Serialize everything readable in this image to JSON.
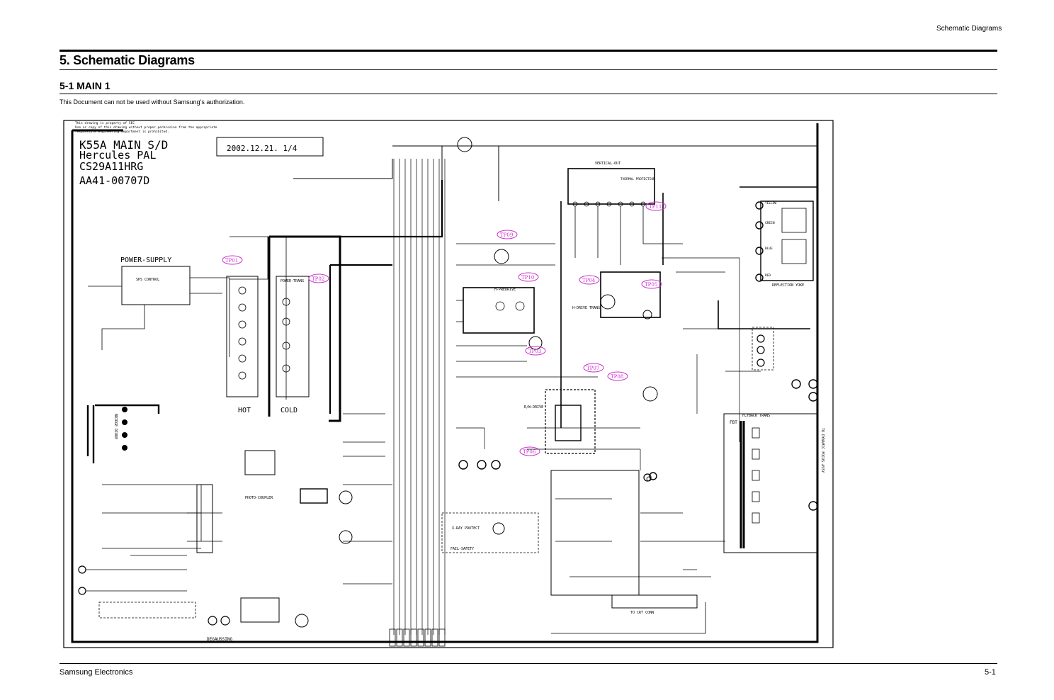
{
  "header": {
    "running_title": "Schematic Diagrams",
    "section_title": "5. Schematic Diagrams",
    "subsection_title": "5-1 MAIN 1",
    "notice": "This Document can not be used without Samsung's authorization."
  },
  "footer": {
    "company": "Samsung Electronics",
    "page_number": "5-1"
  },
  "schematic": {
    "confidential_note": [
      "This drawing is property of SEC",
      "Use or copy of this drawing without proper permission from the appropriate",
      "responsible engineering department is prohibited."
    ],
    "title_block": {
      "line1": "K55A MAIN S/D",
      "line2": "Hercules PAL",
      "line3": "CS29A11HRG",
      "line4": "AA41-00707D",
      "date_rev": "2002.12.21. 1/4"
    },
    "block_labels": {
      "power_supply": "POWER-SUPPLY",
      "sps_controller": "SPS CONTROL",
      "hot": "HOT",
      "cold": "COLD",
      "power_trans": "POWER-TRANS",
      "photo_coupler": "PHOTO-COUPLER",
      "degaussing": "DEGAUSSING",
      "bridge_diode": "BRIDGE DIODE",
      "vertical_out": "VERTICAL-OUT",
      "thermal_protection": "THERMAL PROTECTION",
      "h_predrive": "H-PREDRIVE",
      "h_drive": "H-DRIVE TRANS",
      "deflection_yoke": "DEFLECTION YOKE",
      "flyback_trans": "FLYBACK TRANS",
      "fbt": "FBT",
      "ew_drive": "E/W-DRIVE",
      "to_dynamic_focus": "TO DYNAMIC FOCUS ASSY",
      "to_crt_conn": "TO CRT CONN",
      "yellow": "YELLOW",
      "green": "GREEN",
      "blue": "BLUE",
      "red": "RED",
      "x_ray_protect": "X-RAY PROTECT",
      "fail_safety": "FAIL-SAFETY"
    },
    "test_points": [
      "TP01",
      "TP02",
      "TP03",
      "TP04",
      "TP05",
      "TP06",
      "TP07",
      "TP08",
      "TP09",
      "TP10",
      "TP11"
    ],
    "colors": {
      "line": "#000000",
      "test_point": "#cc33cc"
    }
  }
}
